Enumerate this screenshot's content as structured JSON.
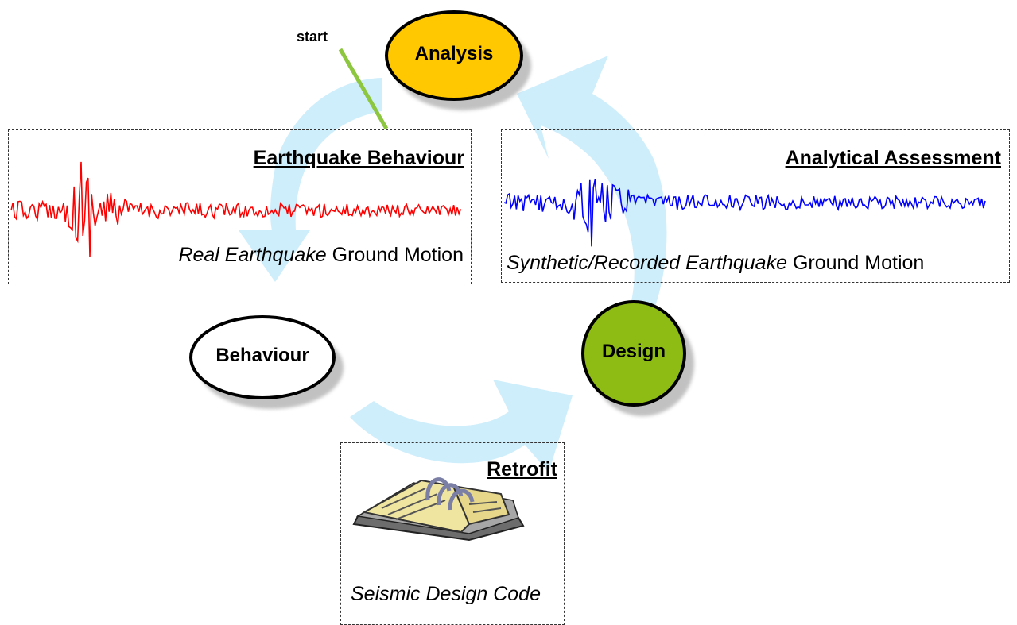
{
  "nodes": {
    "analysis": {
      "label": "Analysis",
      "color": "#ffc800"
    },
    "behaviour": {
      "label": "Behaviour",
      "color": "#ffffff"
    },
    "design": {
      "label": "Design",
      "color": "#8fbc14"
    }
  },
  "start_label": "start",
  "panels": {
    "earthquake_behaviour": {
      "title": "Earthquake Behaviour",
      "caption_italic": "Real Earthquake",
      "caption_rest": " Ground Motion",
      "signal_color": "#ff0000"
    },
    "analytical_assessment": {
      "title": "Analytical Assessment",
      "caption_italic": "Synthetic/Recorded  Earthquake",
      "caption_rest": " Ground Motion",
      "signal_color": "#0000ff"
    },
    "retrofit": {
      "title": "Retrofit",
      "caption_italic": "Seismic Design Code",
      "icon": "book-binder-icon"
    }
  },
  "colors": {
    "cycle_arrow": "#cfeefc",
    "start_line": "#8dc63f"
  }
}
